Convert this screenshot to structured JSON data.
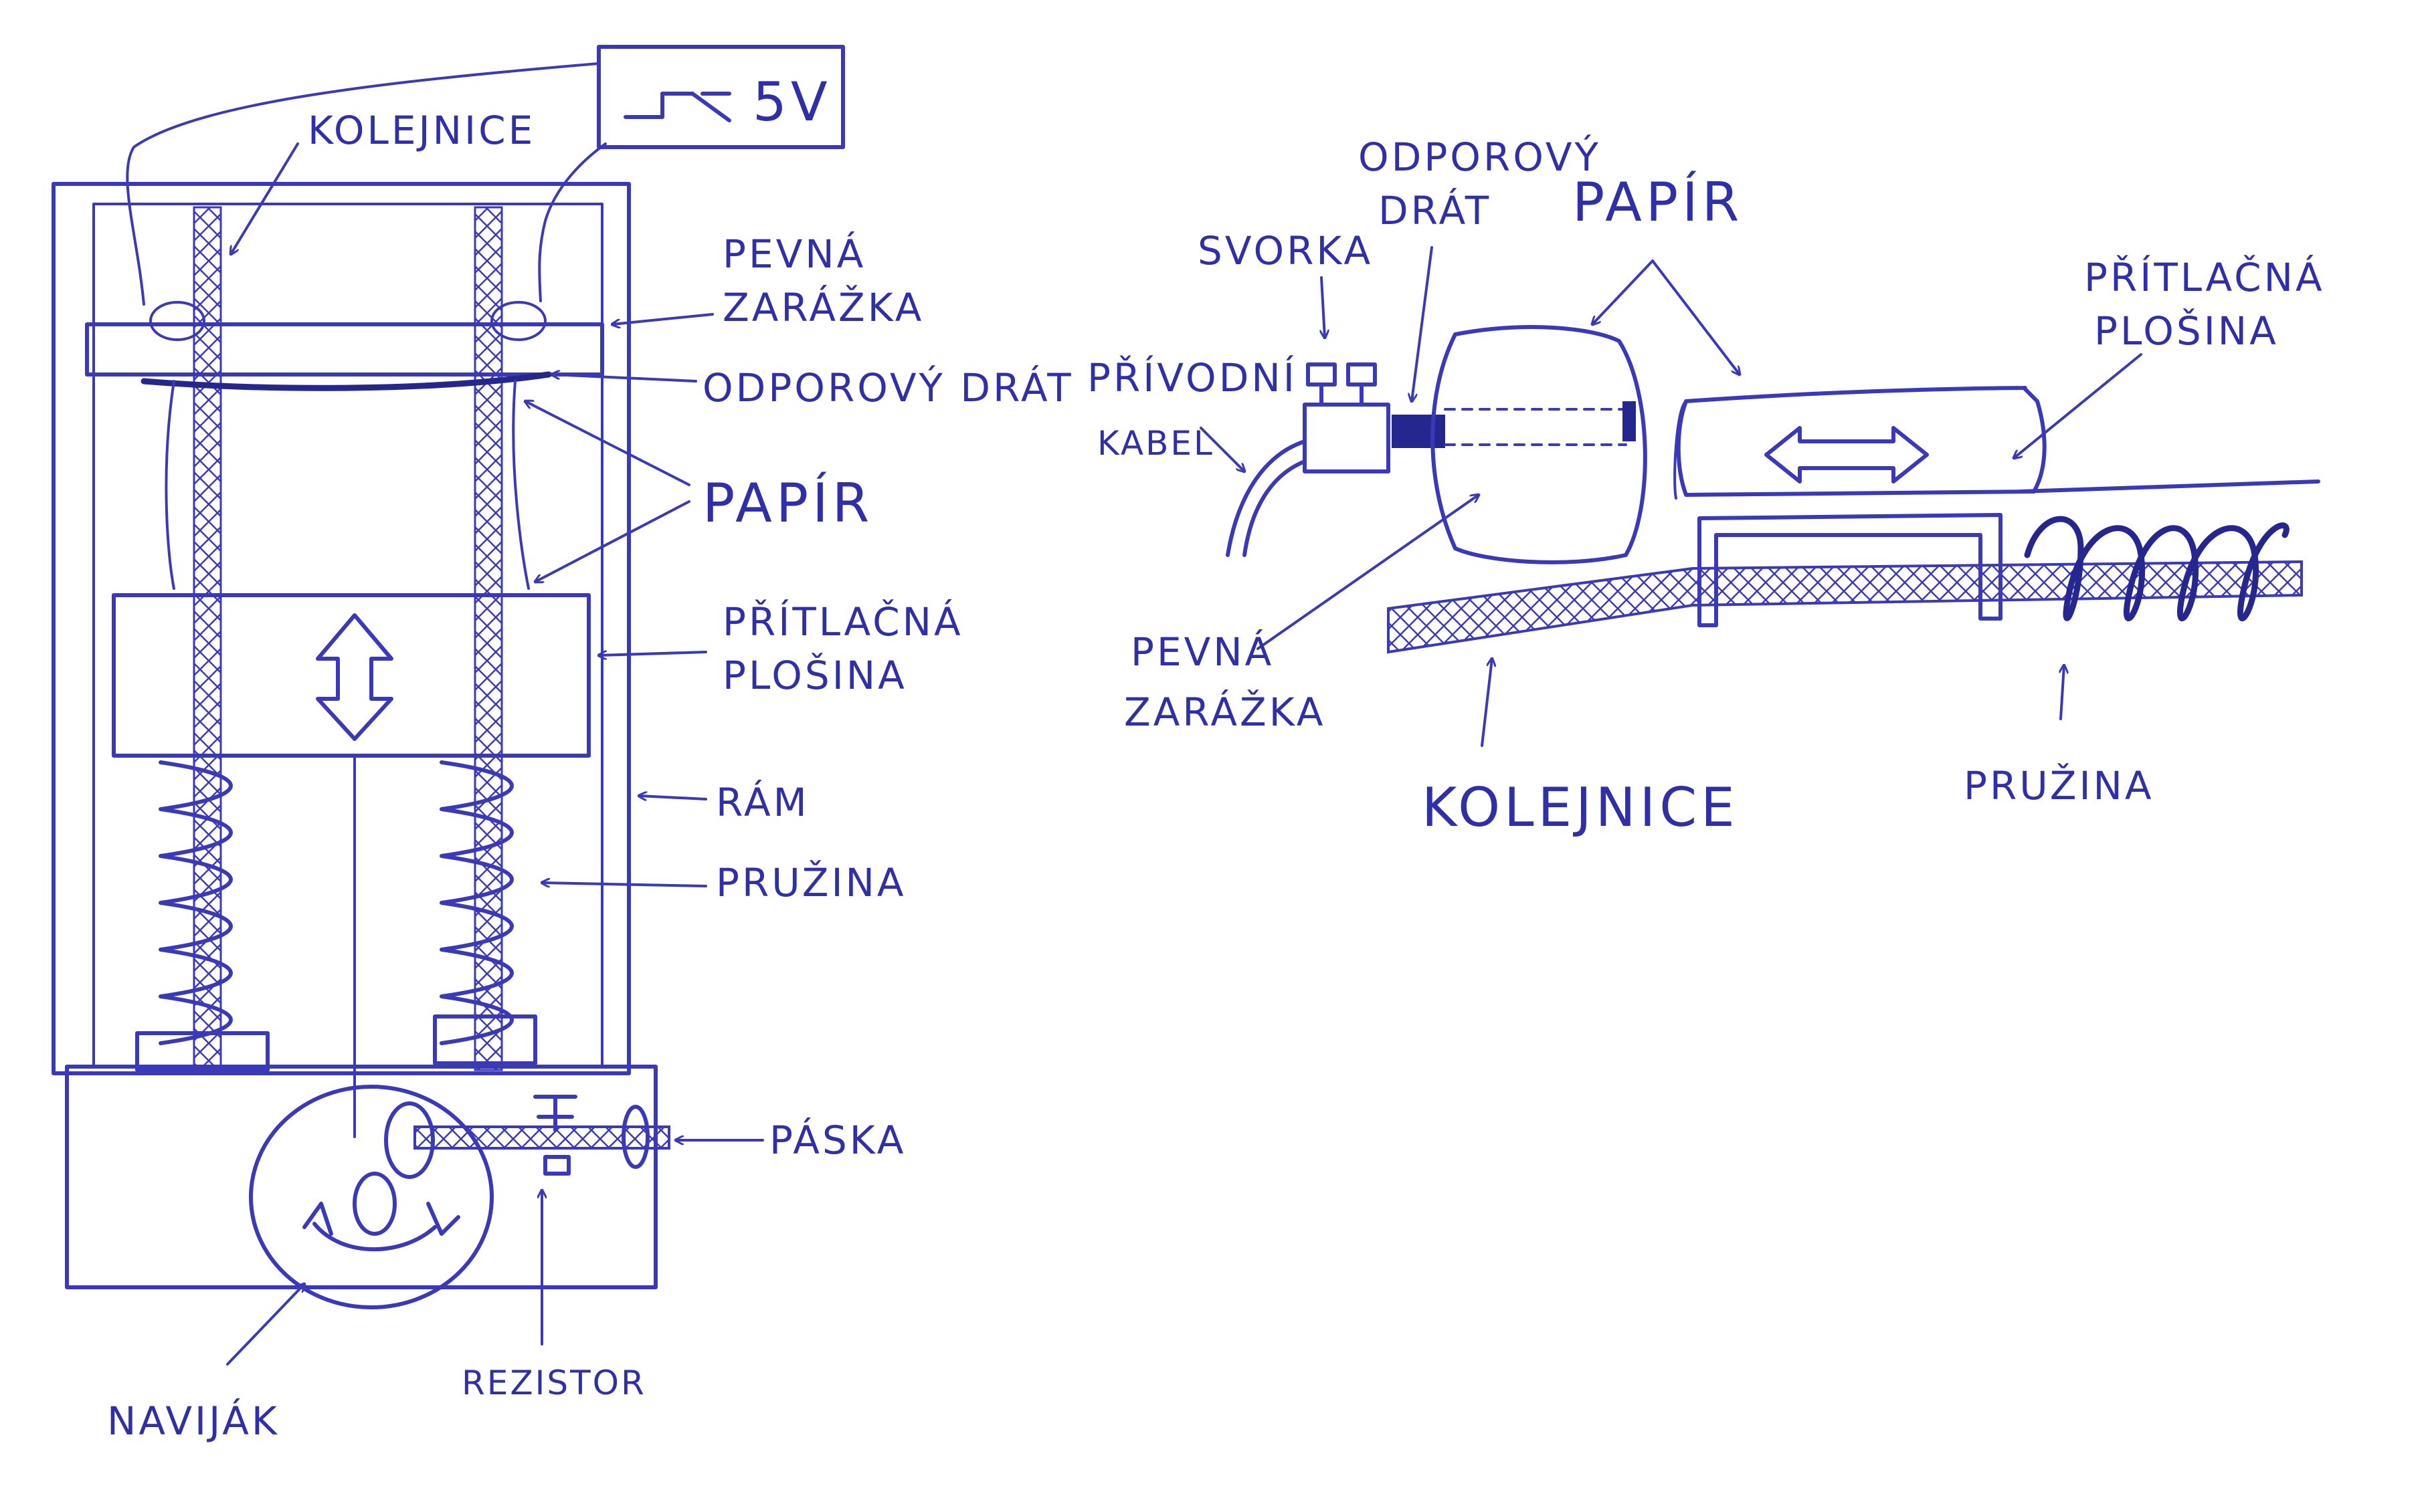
{
  "left_view": {
    "labels": {
      "voltage": "5V",
      "rail": "KOLEJNICE",
      "fixed_stop_line1": "PEVNÁ",
      "fixed_stop_line2": "ZARÁŽKA",
      "resistance_wire": "ODPOROVÝ DRÁT",
      "paper": "PAPÍR",
      "pressure_plate_line1": "PŘÍTLAČNÁ",
      "pressure_plate_line2": "PLOŠINA",
      "frame": "RÁM",
      "spring": "PRUŽINA",
      "tape": "PÁSKA",
      "resistor": "REZISTOR",
      "winch": "NAVIJÁK"
    }
  },
  "right_view": {
    "labels": {
      "clamp": "SVORKA",
      "resistance_wire_line1": "ODPOROVÝ",
      "resistance_wire_line2": "DRÁT",
      "paper": "PAPÍR",
      "pressure_plate_line1": "PŘÍTLAČNÁ",
      "pressure_plate_line2": "PLOŠINA",
      "supply_cable_line1": "PŘÍVODNÍ",
      "supply_cable_line2": "KABEL",
      "fixed_stop_line1": "PEVNÁ",
      "fixed_stop_line2": "ZARÁŽKA",
      "rail": "KOLEJNICE",
      "spring": "PRUŽINA"
    }
  },
  "colors": {
    "ink": "#3a3ab8",
    "paper": "#ffffff"
  }
}
